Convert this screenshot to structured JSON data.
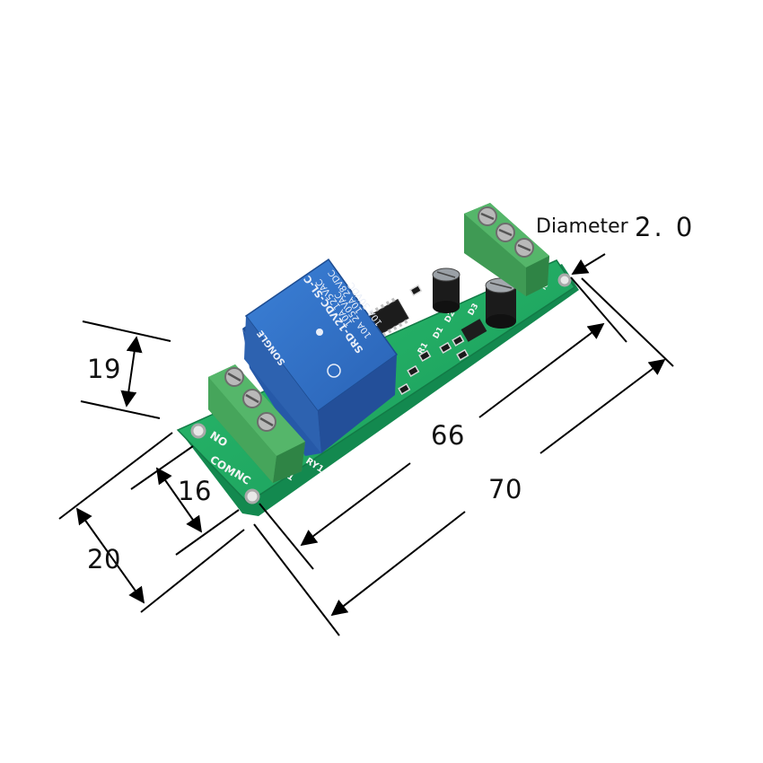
{
  "dimensions": {
    "hole_diameter_label": "Diameter",
    "hole_diameter_value": "2. 0",
    "height": "19",
    "terminal_spacing": "16",
    "width": "20",
    "hole_spacing": "66",
    "length": "70"
  },
  "board": {
    "terminal_labels": [
      "NO",
      "COM",
      "NC"
    ],
    "relay": {
      "model": "SRD-12VDC-SL-C",
      "brand": "SONGLE",
      "ratings": [
        "10A 250VAC",
        "10A 125VAC",
        "10A 30VDC",
        "10A 28VDC"
      ]
    },
    "silkscreen": [
      "RY1",
      "J1",
      "J2",
      "D1",
      "D2",
      "D3",
      "R1"
    ]
  },
  "colors": {
    "pcb": "#1fa85f",
    "relay": "#2f6fc4",
    "terminal": "#45a65a",
    "dimension_line": "#000000"
  }
}
